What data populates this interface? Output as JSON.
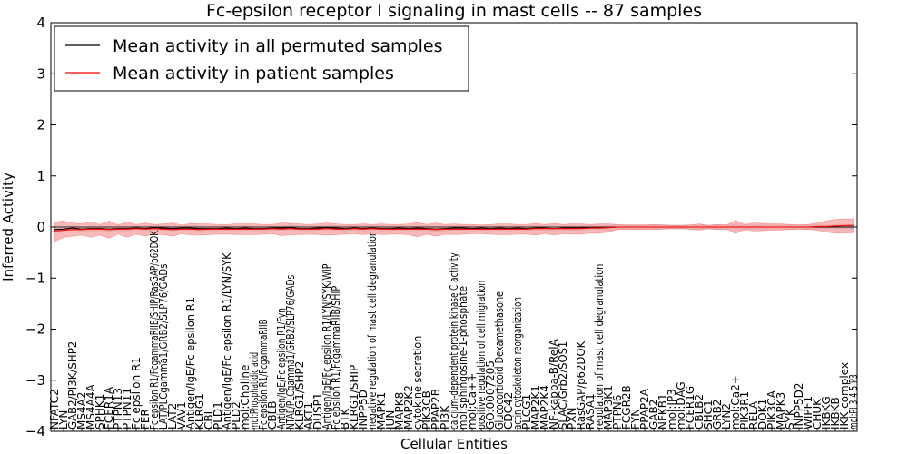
{
  "chart_data": {
    "type": "line",
    "title": "Fc-epsilon receptor I signaling in mast cells -- 87 samples",
    "xlabel": "Cellular Entities",
    "ylabel": "Inferred Activity",
    "ylim": [
      -4,
      4
    ],
    "yticks": [
      "4",
      "3",
      "2",
      "1",
      "0",
      "−1",
      "−2",
      "−3",
      "−4"
    ],
    "grid": false,
    "legend_position": "top-left",
    "colors": {
      "permuted": "#000000",
      "patient": "#ff0000",
      "patient_band": "#f08080",
      "permuted_band": "#c0c0c0"
    },
    "categories": [
      "NFATC2",
      "LYN",
      "GAB2/PI3K/SHP2",
      "MS4A2",
      "MS4A4A",
      "SPHK1",
      "FCER1A",
      "PTPN13",
      "PTPN11",
      "Fc epsilon R1",
      "FER",
      "Fc epsilon R1/FcgammaRIIB/SHIP/RasGAP/p62DOK",
      "LAT/PLCgamma1/GRB2/SLP76/GADs",
      "LAT2",
      "VAV1",
      "Antigen/IgE/Fc epsilon R1",
      "KLRG1",
      "CBL",
      "PLD1",
      "Antigen/IgE/Fc epsilon R1/LYN/SYK",
      "PLD2",
      "mol:Choline",
      "mol:Phosphatidic acid",
      "Fc epsilon R1/FcgammaRIIB",
      "CBLB",
      "Antigen/IgE/Fc epsilon R1/Fyn",
      "NTAL/PLCgamma1/GRB2/SLP76/GADs",
      "KLRG1/SHP2",
      "AKT1",
      "DUSP1",
      "Antigen/IgE/Fc epsilon R1/LYN/SYK/WIP",
      "Fc epsilon R1/FcgammaRIIB/SHIP",
      "BTK",
      "KLRG1/SHIP",
      "INPP5D",
      "negative regulation of mast cell degranulation",
      "MAPK1",
      "JUN",
      "MAPK8",
      "MAP2K2",
      "cytokine secretion",
      "PIK3CB",
      "PPAP2B",
      "PI3K",
      "calcium-dependent protein kinase C activity",
      "mol:sphingosine-1-phosphate",
      "mol:Ca++",
      "positive regulation of cell migration",
      "GO:0007205",
      "Glucocorticoid Dexamethasone",
      "CDC42",
      "actin cytoskeleton reorganization",
      "PLCG1",
      "MAP2K1",
      "MAP2K4",
      "NF-kappa-B/RelA",
      "SLAC/Grb2/SOS1",
      "PXN",
      "RasGAP/p62DOK",
      "RASA1",
      "regulation of mast cell degranulation",
      "MAP3K1",
      "PTPN6",
      "FCGR2B",
      "FYN",
      "PPAP2A",
      "GAB2",
      "NFKB1",
      "mol:IP3",
      "mol:DAG",
      "FCER1G",
      "CBLB2",
      "SHC1",
      "GRB2",
      "LYN2",
      "mol:Ca2+",
      "PIK3R1",
      "RELA",
      "DOK1",
      "PIK3CA",
      "MAPK3",
      "SYK",
      "INPP5D2",
      "WIPF1",
      "CHUK",
      "IKBKG",
      "IKBKB",
      "IKK complex",
      "mol:PI-3-4-5-P3"
    ],
    "label_height_factor": [
      1,
      1,
      1.6,
      1.2,
      1.2,
      1,
      1,
      1,
      1.2,
      1.6,
      1,
      3.6,
      3.0,
      1,
      1,
      2.4,
      1.2,
      1,
      1,
      3.2,
      1,
      1.2,
      1.4,
      2.0,
      1,
      2.2,
      2.8,
      1.5,
      1,
      1,
      3.0,
      2.6,
      1,
      1.5,
      1.5,
      3.6,
      1.2,
      1,
      1.2,
      1.2,
      1.7,
      1.2,
      1.2,
      1,
      3.2,
      2.6,
      1.2,
      2.7,
      1.6,
      2.5,
      1,
      2.4,
      1.1,
      1.2,
      1.2,
      1.7,
      1.6,
      1,
      1.6,
      1,
      3.0,
      1.2,
      1.1,
      1.3,
      1,
      1.2,
      1,
      1.1,
      1.1,
      1.1,
      1.1,
      1.1,
      1,
      1,
      1,
      1.5,
      1.1,
      1,
      1,
      1.1,
      1.1,
      1,
      1.1,
      1.1,
      1,
      1,
      1,
      1.6,
      1
    ],
    "series": [
      {
        "name": "Mean activity in all permuted samples",
        "color": "#000000",
        "values": [
          -0.05,
          -0.04,
          -0.02,
          -0.04,
          -0.03,
          -0.03,
          -0.04,
          -0.03,
          -0.03,
          -0.02,
          -0.03,
          -0.01,
          -0.02,
          -0.03,
          -0.02,
          -0.02,
          -0.03,
          -0.03,
          -0.03,
          -0.02,
          -0.03,
          -0.02,
          -0.03,
          -0.03,
          -0.02,
          -0.02,
          -0.01,
          -0.03,
          -0.03,
          -0.02,
          -0.01,
          -0.02,
          -0.03,
          -0.02,
          -0.03,
          -0.02,
          -0.03,
          -0.03,
          -0.02,
          -0.03,
          -0.02,
          -0.03,
          -0.04,
          -0.03,
          -0.02,
          -0.02,
          -0.03,
          -0.02,
          -0.03,
          -0.02,
          -0.03,
          -0.02,
          -0.03,
          -0.02,
          -0.02,
          -0.03,
          -0.02,
          -0.02,
          -0.02,
          -0.01,
          -0.01,
          -0.01,
          0.0,
          0.0,
          0.0,
          0.0,
          0.0,
          0.0,
          0.0,
          0.0,
          0.0,
          0.0,
          0.0,
          0.0,
          0.0,
          0.0,
          0.0,
          0.0,
          0.0,
          0.0,
          0.0,
          0.0,
          0.0,
          0.0,
          0.0,
          0.0,
          0.0,
          0.0,
          0.0
        ]
      },
      {
        "name": "Mean activity in patient samples",
        "color": "#ff0000",
        "values": [
          -0.08,
          -0.06,
          -0.05,
          -0.05,
          -0.04,
          -0.04,
          -0.05,
          -0.04,
          -0.04,
          -0.03,
          -0.04,
          -0.03,
          -0.04,
          -0.05,
          -0.04,
          -0.04,
          -0.05,
          -0.04,
          -0.04,
          -0.04,
          -0.04,
          -0.04,
          -0.04,
          -0.04,
          -0.03,
          -0.04,
          -0.03,
          -0.04,
          -0.04,
          -0.04,
          -0.03,
          -0.04,
          -0.04,
          -0.03,
          -0.04,
          -0.03,
          -0.04,
          -0.04,
          -0.04,
          -0.04,
          -0.04,
          -0.04,
          -0.05,
          -0.04,
          -0.04,
          -0.04,
          -0.04,
          -0.04,
          -0.04,
          -0.04,
          -0.04,
          -0.04,
          -0.04,
          -0.03,
          -0.03,
          -0.03,
          -0.03,
          -0.03,
          -0.03,
          -0.02,
          -0.02,
          -0.01,
          0.0,
          0.0,
          0.0,
          0.0,
          0.0,
          0.0,
          0.0,
          0.0,
          0.0,
          0.0,
          0.0,
          0.0,
          0.0,
          0.0,
          0.0,
          0.0,
          0.0,
          0.0,
          0.0,
          0.0,
          0.0,
          0.0,
          0.01,
          0.01,
          0.02,
          0.03,
          0.03
        ],
        "band_upper": [
          0.1,
          0.12,
          0.08,
          0.06,
          0.1,
          0.05,
          0.12,
          0.04,
          0.1,
          0.05,
          0.08,
          0.05,
          0.06,
          0.08,
          0.04,
          0.07,
          0.06,
          0.06,
          0.05,
          0.05,
          0.06,
          0.06,
          0.06,
          0.05,
          0.05,
          0.08,
          0.07,
          0.06,
          0.05,
          0.06,
          0.08,
          0.06,
          0.05,
          0.05,
          0.06,
          0.05,
          0.06,
          0.05,
          0.05,
          0.06,
          0.09,
          0.05,
          0.08,
          0.05,
          0.06,
          0.05,
          0.05,
          0.04,
          0.05,
          0.06,
          0.06,
          0.05,
          0.05,
          0.07,
          0.05,
          0.07,
          0.05,
          0.06,
          0.06,
          0.05,
          0.06,
          0.06,
          0.05,
          0.04,
          0.04,
          0.04,
          0.05,
          0.04,
          0.03,
          0.03,
          0.04,
          0.06,
          0.03,
          0.05,
          0.04,
          0.13,
          0.05,
          0.08,
          0.07,
          0.06,
          0.06,
          0.05,
          0.04,
          0.05,
          0.08,
          0.12,
          0.15,
          0.16,
          0.16
        ],
        "band_lower": [
          -0.28,
          -0.2,
          -0.18,
          -0.16,
          -0.2,
          -0.16,
          -0.22,
          -0.14,
          -0.2,
          -0.14,
          -0.18,
          -0.14,
          -0.15,
          -0.18,
          -0.13,
          -0.16,
          -0.16,
          -0.15,
          -0.14,
          -0.14,
          -0.15,
          -0.15,
          -0.15,
          -0.14,
          -0.13,
          -0.17,
          -0.15,
          -0.15,
          -0.14,
          -0.15,
          -0.16,
          -0.15,
          -0.14,
          -0.13,
          -0.15,
          -0.13,
          -0.15,
          -0.14,
          -0.14,
          -0.15,
          -0.19,
          -0.14,
          -0.18,
          -0.14,
          -0.15,
          -0.14,
          -0.13,
          -0.13,
          -0.14,
          -0.15,
          -0.15,
          -0.14,
          -0.14,
          -0.16,
          -0.13,
          -0.16,
          -0.13,
          -0.14,
          -0.14,
          -0.12,
          -0.12,
          -0.1,
          -0.05,
          -0.04,
          -0.05,
          -0.04,
          -0.05,
          -0.04,
          -0.03,
          -0.03,
          -0.04,
          -0.06,
          -0.03,
          -0.05,
          -0.04,
          -0.13,
          -0.05,
          -0.08,
          -0.07,
          -0.06,
          -0.06,
          -0.05,
          -0.04,
          -0.05,
          -0.06,
          -0.1,
          -0.12,
          -0.12,
          -0.11
        ]
      }
    ]
  }
}
